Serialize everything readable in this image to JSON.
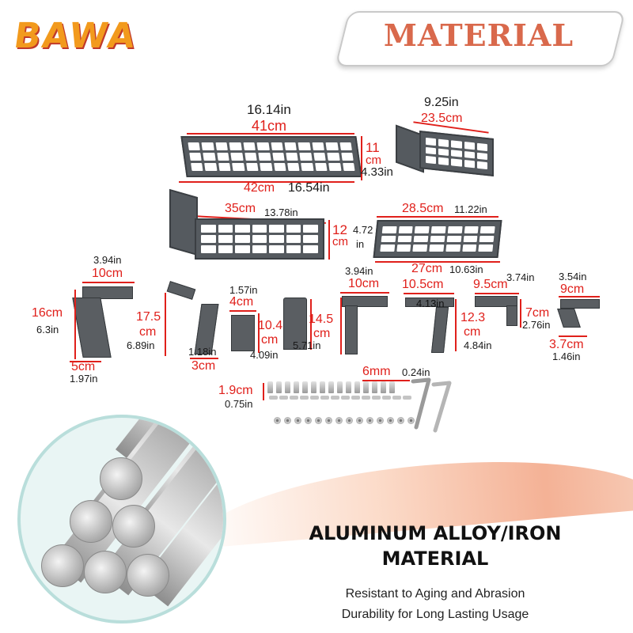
{
  "brand": {
    "logo_text": "BAWA"
  },
  "header": {
    "title": "MATERIAL"
  },
  "dimensions": {
    "top_plate": {
      "w_in": "16.14in",
      "w_cm": "41cm",
      "h_cm_a": "11",
      "h_cm_b": "cm",
      "h_in": "4.33in",
      "bw_cm": "42cm",
      "bw_in": "16.54in"
    },
    "corner_plate": {
      "w_in": "9.25in",
      "w_cm": "23.5cm"
    },
    "mid_left_plate": {
      "w_cm": "35cm",
      "w_in": "13.78in",
      "h_cm_a": "12",
      "h_cm_b": "cm"
    },
    "mid_right_plate": {
      "w_cm": "28.5cm",
      "w_in": "11.22in",
      "h_in_a": "4.72",
      "h_in_b": "in",
      "bw_cm": "27cm",
      "bw_in": "10.63in"
    },
    "bracket_1": {
      "top_in": "3.94in",
      "top_cm": "10cm",
      "h_cm": "16cm",
      "h_in": "6.3in",
      "bot_cm": "5cm",
      "bot_in": "1.97in"
    },
    "bracket_2": {
      "h_cm_a": "17.5",
      "h_cm_b": "cm",
      "h_in": "6.89in",
      "bot_in": "1.18in",
      "bot_cm": "3cm"
    },
    "bracket_3": {
      "top_in": "1.57in",
      "top_cm": "4cm",
      "h_cm_a": "10.4",
      "h_cm_b": "cm",
      "h_in": "4.09in"
    },
    "bracket_4": {
      "h_in": "5.71in"
    },
    "bracket_5": {
      "top_in": "3.94in",
      "top_cm": "10cm",
      "h_cm_a": "14.5",
      "h_cm_b": "cm"
    },
    "bracket_6": {
      "top_cm": "10.5cm",
      "top_in": "4.13in",
      "h_cm_a": "12.3",
      "h_cm_b": "cm",
      "h_in": "4.84in"
    },
    "bracket_7": {
      "top_cm": "9.5cm",
      "top_in": "3.74in",
      "side_cm": "7cm",
      "side_in": "2.76in"
    },
    "bracket_8": {
      "top_in": "3.54in",
      "top_cm": "9cm",
      "bot_cm": "3.7cm",
      "bot_in": "1.46in"
    },
    "hardware": {
      "wrench_mm": "6mm",
      "wrench_in": "0.24in",
      "screw_cm": "1.9cm",
      "screw_in": "0.75in"
    }
  },
  "material": {
    "heading_line1": "ALUMINUM ALLOY/IRON",
    "heading_line2": "MATERIAL",
    "desc_line1": "Resistant to Aging and Abrasion",
    "desc_line2": "Durability for Long Lasting Usage"
  },
  "colors": {
    "accent_red": "#e0201b",
    "title_color": "#d9694c",
    "logo_orange": "#f29a1d",
    "metal": "#555a5f"
  }
}
